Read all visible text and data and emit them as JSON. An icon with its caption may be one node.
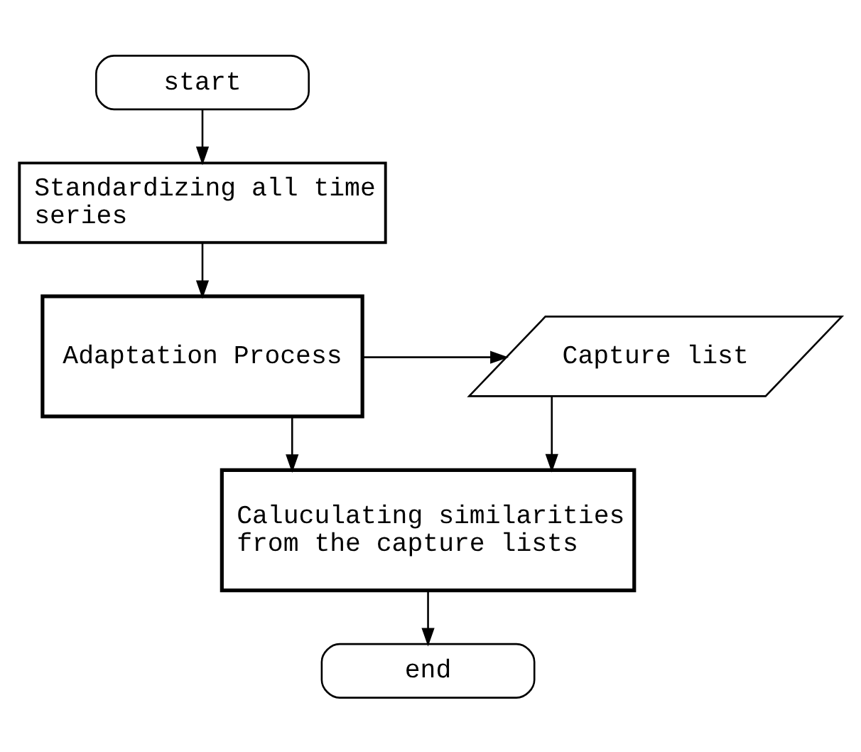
{
  "diagram": {
    "nodes": [
      {
        "text": [
          "start"
        ]
      },
      {
        "text": [
          "Standardizing all time series"
        ]
      },
      {
        "text": [
          "Adaptation Process"
        ]
      },
      {
        "text": [
          "Capture list"
        ]
      },
      {
        "text": [
          "Caluculating similarities from the capture lists"
        ]
      },
      {
        "text": [
          "end"
        ]
      }
    ],
    "edges": [
      {
        "from": 0,
        "to": 1,
        "arrow": "to"
      },
      {
        "from": 1,
        "to": 2,
        "arrow": "to"
      },
      {
        "from": 2,
        "to": 3,
        "arrow": "to"
      },
      {
        "from": 2,
        "to": 4,
        "arrow": "to"
      },
      {
        "from": 3,
        "to": 4,
        "arrow": "to"
      },
      {
        "from": 4,
        "to": 5,
        "arrow": "to"
      }
    ]
  }
}
